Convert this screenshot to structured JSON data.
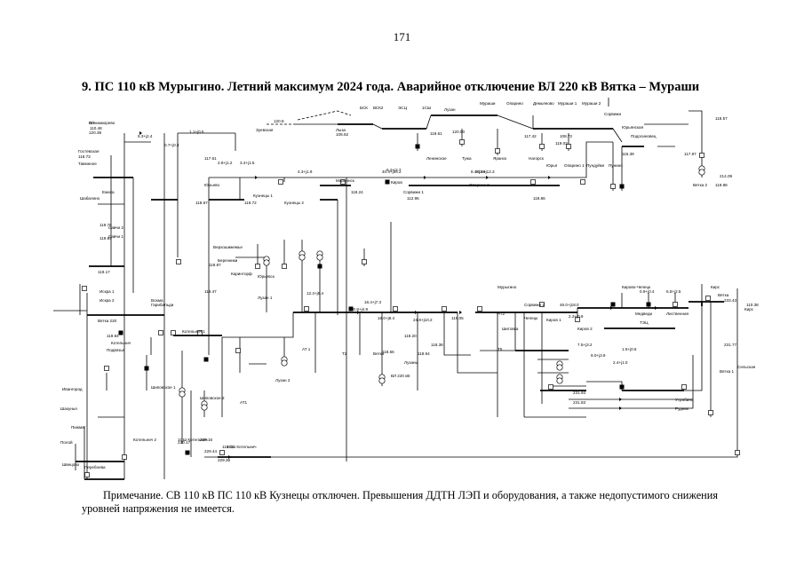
{
  "page": {
    "number": "171",
    "title": "9.  ПС 110 кВ Мурыгино. Летний максимум 2024 года. Аварийное отключение ВЛ 220 кВ Вятка – Мураши",
    "note_line1": "Примечание. СВ 110 кВ ПС 110 кВ Кузнецы отключен. Превышения ДДТН ЛЭП и оборудования, а также недопустимого снижения",
    "note_line2": "уровней напряжения не имеется."
  },
  "scheme": {
    "labels": [
      "Пониаморево",
      "120.38",
      "Зуевская",
      "120.8",
      "Лыза",
      "БСК",
      "ВСК2",
      "ЭСЦ",
      "1СШ",
      "Лузан",
      "Мураши",
      "Опарино",
      "Демьяново",
      "Мураши 1",
      "Мураши 2",
      "Сорвижи",
      "Юрьянская",
      "Подосиновец",
      "Ленинское",
      "Тужа",
      "Яранск",
      "Нагорск",
      "Юрья",
      "Опарино 1",
      "Пундуйке",
      "Пунино",
      "Гостевская",
      "Тавежное",
      "Шабалино",
      "Ежиха",
      "Савчи 2",
      "Савчи 1",
      "Искра 1",
      "Искра 2",
      "Гарибальди",
      "Вохма",
      "Котельнич",
      "Подвязье",
      "Юрьево",
      "Кузнецы 1",
      "Кузнецы 2",
      "Марьинск",
      "Сорвижи 1",
      "Киров",
      "Опарино 2",
      "Мурыгино",
      "Сорвижи 2",
      "Чепецк",
      "Шитовка",
      "Киров 1",
      "Киров 2",
      "Кирово-Чепецк",
      "Медведи",
      "ТЭЦ",
      "Лиственная",
      "Кирс",
      "Вятка",
      "Вятка 1",
      "Вятка 2",
      "Вятка 220",
      "Котельнич 1",
      "Котельнич 2",
      "1СШ Котельнич",
      "2СШ Котельнич",
      "Перебоева",
      "Швецово",
      "Полой",
      "Шахунья",
      "Ивангород",
      "Пижма",
      "Верхошижемье",
      "Березники",
      "Каринторф",
      "Юрьевск",
      "Лузан 1",
      "Лузан 2",
      "Т2",
      "Т5",
      "АТ1",
      "АТ2",
      "АТ 1",
      "ВЛ 220 кВ",
      "Ветка",
      "Лузаны",
      "Утробино",
      "Рудник",
      "Кирс",
      "Сельская",
      "Шиповское 1",
      "Шиповское 2",
      "ВЛ"
    ],
    "values": [
      "110.48",
      "118.73",
      "117.61",
      "119.84",
      "108.62",
      "119.61",
      "120.50",
      "118.24",
      "112.95",
      "117.42",
      "108.72",
      "119.03",
      "115.39",
      "118.57",
      "117.87",
      "119.88",
      "118.67",
      "119.72",
      "118.87",
      "119.17",
      "119.76",
      "119.47",
      "119.84",
      "119.02",
      "118.86",
      "119.05",
      "118.20",
      "118.36",
      "118.56",
      "118.54",
      "229.44",
      "229.16",
      "229.36",
      "231.93",
      "231.83",
      "231.77",
      "233.43",
      "230.17",
      "214.09",
      "110.38",
      "5.3+j2.4",
      "0.7+j0.3",
      "1.1+j0.5",
      "2.8+j1.2",
      "3.4+j1.5",
      "4.3+j1.9",
      "6.2+j2.7",
      "8.4+j3.6",
      "10.8+j4.8",
      "12.3+j5.4",
      "16.4+j7.3",
      "19.0+j8.4",
      "24.8+j10.2",
      "30.8+j12.3",
      "40.4+j14.2",
      "46.0+j18.0",
      "2.2+j0.9",
      "1.5+j0.6",
      "0.9+j0.4",
      "5.8+j2.5",
      "7.5+j3.2",
      "9.0+j3.9",
      "2.4+j1.0"
    ]
  },
  "colors": {
    "ink": "#000000",
    "paper": "#ffffff"
  }
}
